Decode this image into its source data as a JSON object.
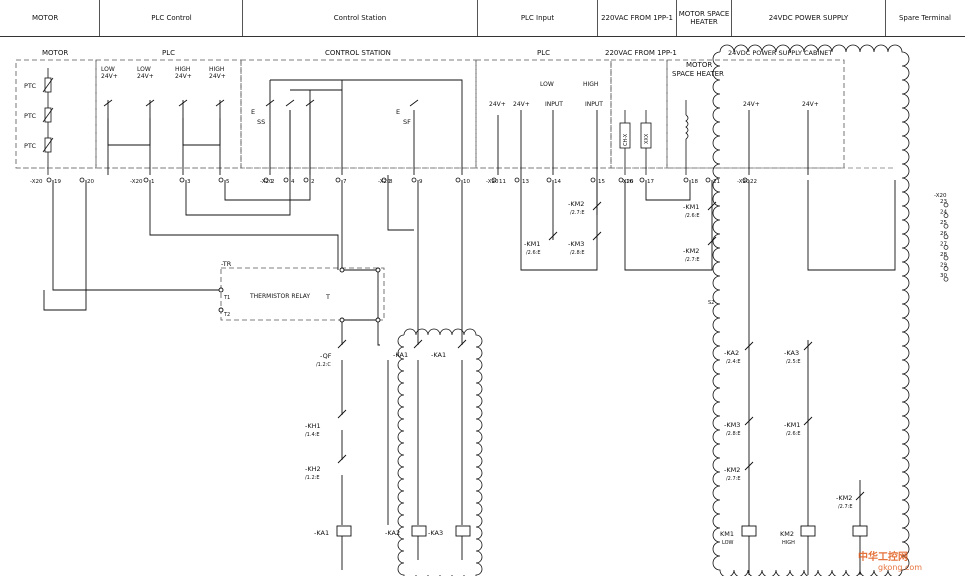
{
  "header": {
    "motor": "MOTOR",
    "plc_control": "PLC Control",
    "control_station": "Control Station",
    "plc_input": "PLC Input",
    "ac_supply": "220VAC FROM 1PP-1",
    "heater_1": "MOTOR SPACE",
    "heater_2": "HEATER",
    "dc_supply": "24VDC POWER SUPPLY",
    "spare": "Spare Terminal"
  },
  "sections": {
    "motor": "MOTOR",
    "plc_left": "PLC",
    "control_station": "CONTROL STATION",
    "plc_right": "PLC",
    "ac": "220VAC FROM 1PP-1",
    "heater_1": "MOTOR",
    "heater_2": "SPACE HEATER",
    "dc": "24VDC POWER SUPPLY CABINET"
  },
  "labels": {
    "ptc": "PTC",
    "low": "LOW",
    "high": "HIGH",
    "v24": "24V+",
    "input": "INPUT",
    "ss": "SS",
    "sf": "SF",
    "e": "E",
    "tr": "-TR",
    "therm": "THERMISTOR RELAY",
    "t": "T",
    "t1": "T1",
    "t2": "T2",
    "x20": "-X20",
    "qf": "-QF",
    "qf_ref": "/1.2:C",
    "kh1": "-KH1",
    "kh1_ref": "/1.4:E",
    "kh2": "-KH2",
    "kh2_ref": "/1.2:E",
    "ka1": "-KA1",
    "ka2": "-KA2",
    "ka3": "-KA3",
    "km1": "-KM1",
    "km2": "-KM2",
    "km3": "-KM3",
    "ref_27e": "/2.7:E",
    "ref_26e": "/2.6:E",
    "ref_24e": "/2.4:E",
    "ref_28e": "/2.8:E",
    "ref_25e": "/2.5:E",
    "ref_14e": "/1.4:E",
    "sq": "S2",
    "km1_coil": "KM1",
    "km2_coil": "KM2",
    "km1_sub": "LOW",
    "km2_sub": "HIGH",
    "chx": "CH-X",
    "xxx": "XXX"
  },
  "terminals_x20": [
    "19",
    "20",
    "1",
    "3",
    "5",
    "2",
    "4",
    "2",
    "7",
    "8",
    "9",
    "10",
    "11",
    "13",
    "14",
    "15",
    "16",
    "17",
    "18",
    "21",
    "22"
  ],
  "spare_terminals": [
    "23",
    "24",
    "25",
    "26",
    "27",
    "28",
    "29",
    "30"
  ],
  "watermark": {
    "line1": "中华工控网",
    "line2": "gkong.com"
  },
  "colors": {
    "line": "#111111",
    "dash": "#555555",
    "accent": "#e05a1a"
  }
}
